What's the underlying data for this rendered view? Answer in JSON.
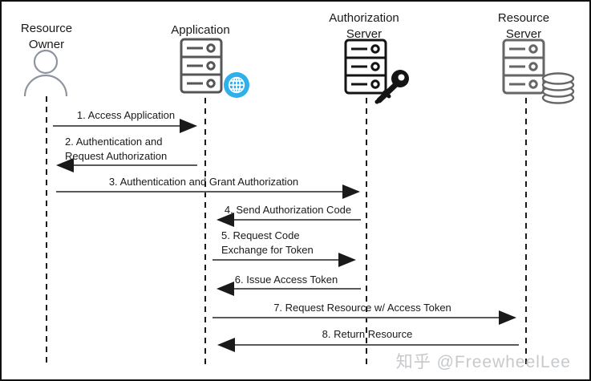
{
  "diagram": {
    "actors": [
      {
        "id": "resource-owner",
        "lines": [
          "Resource",
          "Owner"
        ],
        "icon": "person-icon"
      },
      {
        "id": "application",
        "lines": [
          "Application"
        ],
        "icon": "server-icon",
        "badge": "globe-icon"
      },
      {
        "id": "authorization-server",
        "lines": [
          "Authorization",
          "Server"
        ],
        "icon": "server-icon",
        "badge": "key-icon"
      },
      {
        "id": "resource-server",
        "lines": [
          "Resource",
          "Server"
        ],
        "icon": "server-icon",
        "badge": "database-icon"
      }
    ],
    "messages": [
      {
        "step": 1,
        "lines": [
          "1. Access Application"
        ],
        "from": "Resource Owner",
        "to": "Application",
        "direction": "right"
      },
      {
        "step": 2,
        "lines": [
          "2. Authentication and",
          "Request Authorization"
        ],
        "from": "Application",
        "to": "Resource Owner",
        "direction": "left"
      },
      {
        "step": 3,
        "lines": [
          "3. Authentication and Grant Authorization"
        ],
        "from": "Resource Owner",
        "to": "Authorization Server",
        "direction": "right"
      },
      {
        "step": 4,
        "lines": [
          "4. Send Authorization Code"
        ],
        "from": "Authorization Server",
        "to": "Application",
        "direction": "left"
      },
      {
        "step": 5,
        "lines": [
          "5. Request Code",
          "Exchange for Token"
        ],
        "from": "Application",
        "to": "Authorization Server",
        "direction": "right"
      },
      {
        "step": 6,
        "lines": [
          "6. Issue Access Token"
        ],
        "from": "Authorization Server",
        "to": "Application",
        "direction": "left"
      },
      {
        "step": 7,
        "lines": [
          "7. Request Resource w/ Access Token"
        ],
        "from": "Application",
        "to": "Resource Server",
        "direction": "right"
      },
      {
        "step": 8,
        "lines": [
          "8. Return Resource"
        ],
        "from": "Resource Server",
        "to": "Application",
        "direction": "left"
      }
    ]
  },
  "watermark": {
    "text": "知乎 @FreewheelLee"
  },
  "colors": {
    "globe_badge": "#2fb0ea",
    "key_badge": "#141414",
    "arrow_line": "#5a5a5a",
    "arrowhead": "#1a1a1a",
    "lifeline": "#1a1a1a",
    "watermark": "#c6c9cc"
  }
}
